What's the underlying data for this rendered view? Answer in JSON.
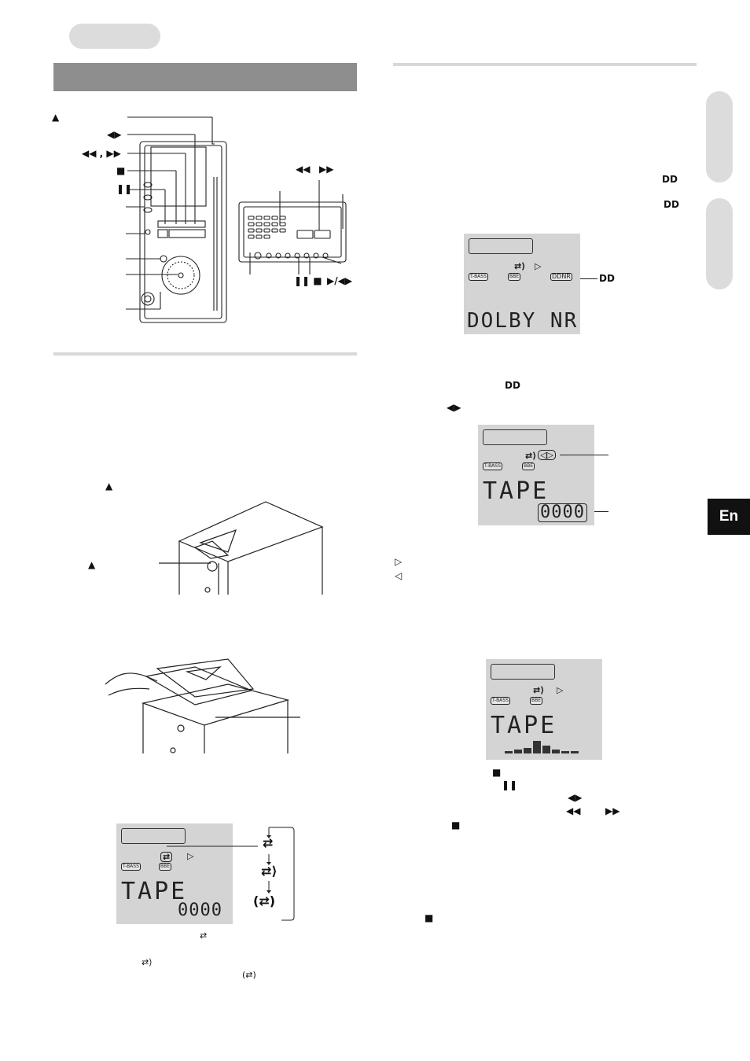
{
  "colors": {
    "header_bar": "#8e8e8e",
    "tab_gray": "#dcdcdc",
    "lcd_bg": "#d4d4d4",
    "en_tab_bg": "#111111",
    "en_tab_text": "#ffffff",
    "rule": "#d8d8d8"
  },
  "icons": {
    "eject": "eject-icon",
    "play_reverse": "play-reverse-icon",
    "rewind_ff": "rewind-fast-forward-icon",
    "stop": "stop-icon",
    "pause": "pause-icon",
    "play_forward_outline": "play-forward-outline-icon",
    "play_reverse_outline": "play-reverse-outline-icon",
    "dolby": "dolby-icon",
    "one_way_mode": "one-way-mode-icon",
    "two_way_mode": "two-way-mode-icon",
    "relay_mode": "relay-mode-icon"
  },
  "en_tab": {
    "label": "En"
  },
  "left": {
    "diagram_labels": {
      "eject": "▲",
      "play_reverse": "◀▶",
      "rewind_ff": "◀◀ , ▶▶",
      "stop": "■",
      "pause": "❚❚"
    },
    "remote_labels": {
      "rewind_ff": "◀◀ , ▶▶",
      "pause_stop": "❚❚ ■",
      "play_dir": "▶/◀▶"
    },
    "step_eject": "▲",
    "eject_callout": "▲",
    "lcd1": {
      "text": "TAPE",
      "counter": "0000",
      "tbass": "T-BASS",
      "bbe": "BBE",
      "play_ind": "▷"
    },
    "mode_sequence": [
      "one-way",
      "two-way",
      "relay"
    ],
    "mode_notes": {
      "one_way": "⇄",
      "two_way": "⇄⟩",
      "relay": "(⇄)"
    }
  },
  "right": {
    "dolby_marks": [
      "DD",
      "DD"
    ],
    "lcd_dolby": {
      "text": "DOLBY NR",
      "tbass": "T-BASS",
      "bbe": "BBE",
      "nr_badge": "DDNR",
      "callout": "DD",
      "mode": "⇄⟩",
      "play_ind": "▷"
    },
    "step_dolby": "DD",
    "step_play": "◀▶",
    "lcd_tape": {
      "text": "TAPE",
      "counter": "0000",
      "tbass": "T-BASS",
      "bbe": "BBE",
      "mode": "⇄⟩",
      "play_ind": "◁▷"
    },
    "dir_notes": [
      "▷",
      "◁"
    ],
    "lcd_level": {
      "text": "TAPE",
      "tbass": "T-BASS",
      "bbe": "BBE",
      "mode": "⇄⟩",
      "play_ind": "▷"
    },
    "ops": {
      "stop": "■",
      "pause": "❚❚",
      "play": "◀▶",
      "rew": "◀◀",
      "ff": "▶▶",
      "stop2": "■",
      "stop3": "■"
    }
  }
}
